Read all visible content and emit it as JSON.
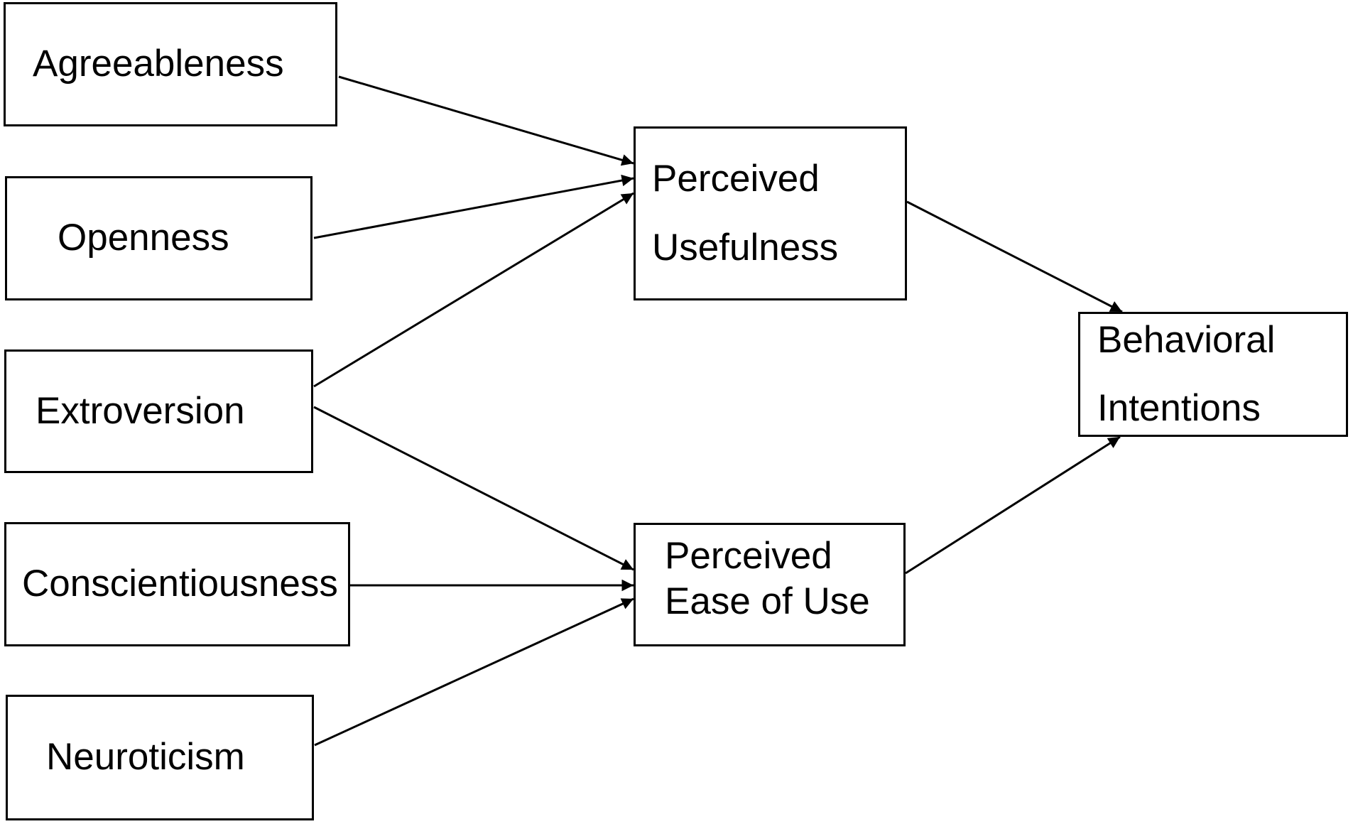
{
  "diagram": {
    "description": "Path model linking Big Five personality traits to technology acceptance constructs",
    "nodes": {
      "agreeableness": {
        "label": "Agreeableness"
      },
      "openness": {
        "label": "Openness"
      },
      "extroversion": {
        "label": "Extroversion"
      },
      "conscientiousness": {
        "label": "Conscientiousness"
      },
      "neuroticism": {
        "label": "Neuroticism"
      },
      "perceived_usefulness": {
        "line1": "Perceived",
        "line2": "Usefulness"
      },
      "perceived_ease_of_use": {
        "line1": "Perceived",
        "line2": "Ease of Use"
      },
      "behavioral_intentions": {
        "line1": "Behavioral",
        "line2": "Intentions"
      }
    },
    "edges": [
      {
        "from": "Agreeableness",
        "to": "Perceived Usefulness"
      },
      {
        "from": "Openness",
        "to": "Perceived Usefulness"
      },
      {
        "from": "Extroversion",
        "to": "Perceived Usefulness"
      },
      {
        "from": "Extroversion",
        "to": "Perceived Ease of Use"
      },
      {
        "from": "Conscientiousness",
        "to": "Perceived Ease of Use"
      },
      {
        "from": "Neuroticism",
        "to": "Perceived Ease of Use"
      },
      {
        "from": "Perceived Usefulness",
        "to": "Behavioral Intentions"
      },
      {
        "from": "Perceived Ease of Use",
        "to": "Behavioral Intentions"
      }
    ],
    "colors": {
      "background": "#ffffff",
      "box_fill": "#ffffff",
      "box_border": "#000000",
      "text": "#000000",
      "arrow": "#000000"
    }
  }
}
